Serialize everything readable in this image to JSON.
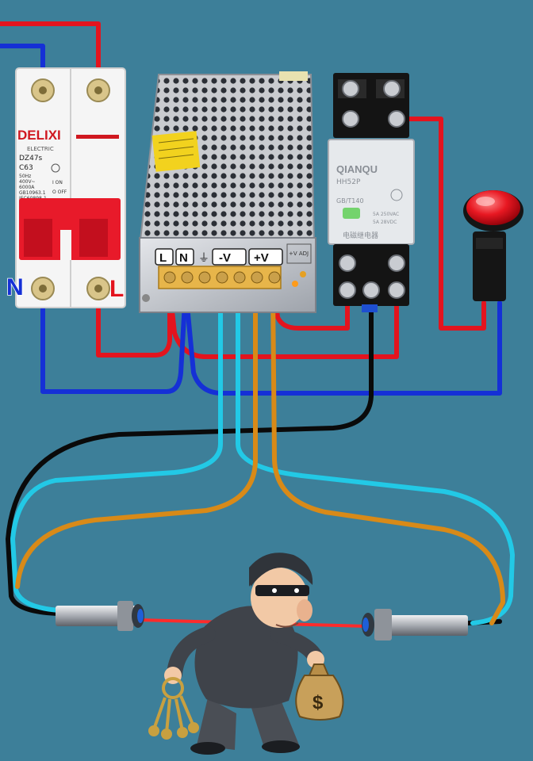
{
  "breaker": {
    "brand": "DELIXI",
    "brand_sub": "ELECTRIC",
    "model": "DZ47s",
    "rating": "C63",
    "spec_lines": [
      "50Hz",
      "400V~",
      "6000A",
      "GB10963.1",
      "IEC60898-1"
    ],
    "on_label": "I ON",
    "off_label": "O OFF",
    "terminal_n": "N",
    "terminal_l": "L"
  },
  "psu": {
    "terminals": [
      "L",
      "N",
      "⏚",
      "-V",
      "+V"
    ],
    "adj_label": "+V ADJ"
  },
  "relay": {
    "brand": "QIANQU",
    "model": "HH52P",
    "std": "GB/T140",
    "rating_ac": "5A 250VAC",
    "rating_dc": "5A 28VDC",
    "cn_label": "电磁继电器"
  },
  "colors": {
    "background": "#3d7f99",
    "wire_red": "#e3141e",
    "wire_blue": "#1530d6",
    "wire_black": "#0a0a0a",
    "wire_cyan": "#22c9e6",
    "wire_brown": "#d88a18",
    "laser": "#ff2b2b",
    "indicator": "#e81822"
  },
  "icons": {
    "indicator_lamp": "indicator-lamp-icon",
    "thief": "thief-character-icon",
    "money_bag": "money-bag-icon",
    "keys": "keys-icon",
    "sensor": "proximity-sensor-icon"
  },
  "money_symbol": "$"
}
